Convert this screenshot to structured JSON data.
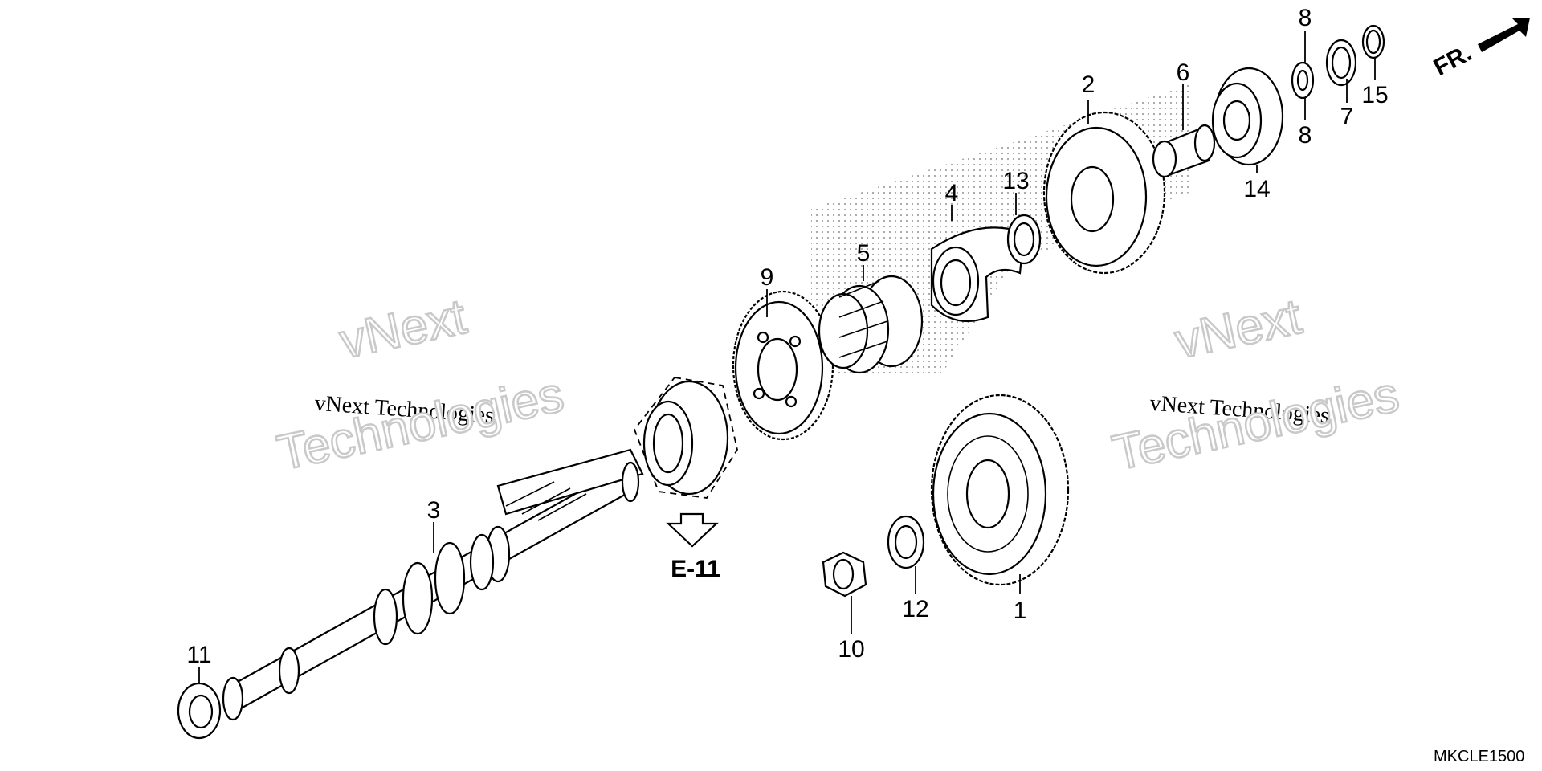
{
  "callouts": [
    {
      "id": "1",
      "label": "1"
    },
    {
      "id": "2",
      "label": "2"
    },
    {
      "id": "3",
      "label": "3"
    },
    {
      "id": "4",
      "label": "4"
    },
    {
      "id": "5",
      "label": "5"
    },
    {
      "id": "6",
      "label": "6"
    },
    {
      "id": "7",
      "label": "7"
    },
    {
      "id": "8a",
      "label": "8"
    },
    {
      "id": "8b",
      "label": "8"
    },
    {
      "id": "9",
      "label": "9"
    },
    {
      "id": "10",
      "label": "10"
    },
    {
      "id": "11",
      "label": "11"
    },
    {
      "id": "12",
      "label": "12"
    },
    {
      "id": "13",
      "label": "13"
    },
    {
      "id": "14",
      "label": "14"
    },
    {
      "id": "15",
      "label": "15"
    }
  ],
  "reference": {
    "label": "E-11"
  },
  "direction": {
    "label": "FR."
  },
  "diagram_code": "MKCLE1500",
  "watermarks": [
    {
      "line1": "vNext",
      "line2": "vNext Technologies",
      "line3": "Technologies"
    },
    {
      "line1": "vNext",
      "line2": "vNext Technologies",
      "line3": "Technologies"
    }
  ]
}
